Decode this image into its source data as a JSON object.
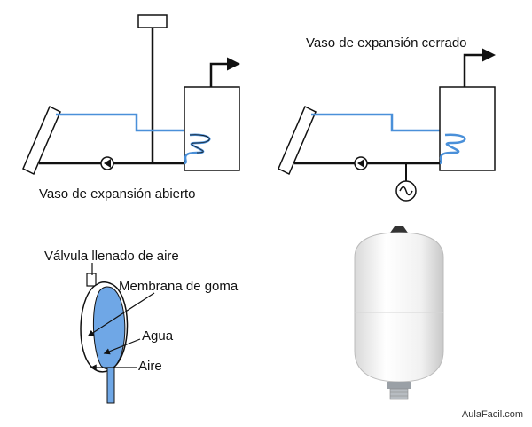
{
  "labels": {
    "open_vessel": "Vaso de expansión abierto",
    "closed_vessel": "Vaso de expansión cerrado",
    "air_valve": "Válvula llenado de aire",
    "membrane": "Membrana de goma",
    "water": "Agua",
    "air": "Aire"
  },
  "watermark": "AulaFacil.com",
  "colors": {
    "water_blue": "#4a90d9",
    "pipe_black": "#111111",
    "membrane_fill": "#6fa7e6",
    "tank_white": "#f2f2f2"
  }
}
